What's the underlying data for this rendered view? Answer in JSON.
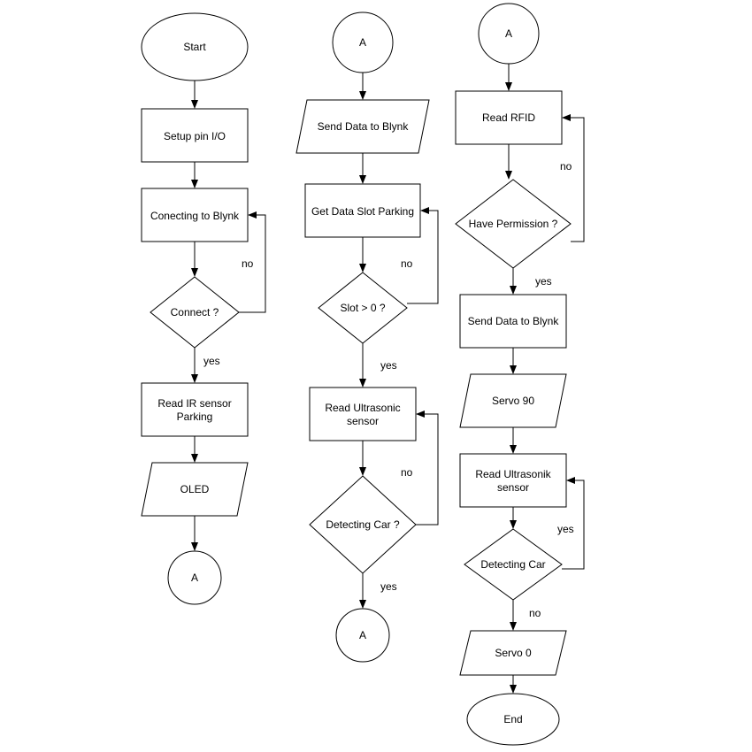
{
  "diagram": {
    "stroke_color": "#000000",
    "fill_color": "#ffffff",
    "col1": {
      "start": "Start",
      "setup": "Setup pin I/O",
      "connecting": "Conecting to Blynk",
      "connect_q": "Connect ?",
      "no_label": "no",
      "yes_label": "yes",
      "read_ir_line1": "Read IR sensor",
      "read_ir_line2": "Parking",
      "oled": "OLED",
      "connector": "A"
    },
    "col2": {
      "connector_top": "A",
      "send_data": "Send Data to Blynk",
      "get_slot": "Get Data Slot Parking",
      "slot_q": "Slot > 0 ?",
      "no_label_1": "no",
      "yes_label_1": "yes",
      "read_ultra_line1": "Read Ultrasonic",
      "read_ultra_line2": "sensor",
      "no_label_2": "no",
      "detect_q": "Detecting Car ?",
      "yes_label_2": "yes",
      "connector_bottom": "A"
    },
    "col3": {
      "connector_top": "A",
      "read_rfid": "Read RFID",
      "no_label_1": "no",
      "permission_q": "Have Permission ?",
      "yes_label_1": "yes",
      "send_data": "Send Data to Blynk",
      "servo90": "Servo 90",
      "read_ultra_line1": "Read Ultrasonik",
      "read_ultra_line2": "sensor",
      "yes_label_2": "yes",
      "detect_q": "Detecting Car",
      "no_label_2": "no",
      "servo0": "Servo 0",
      "end": "End"
    }
  }
}
